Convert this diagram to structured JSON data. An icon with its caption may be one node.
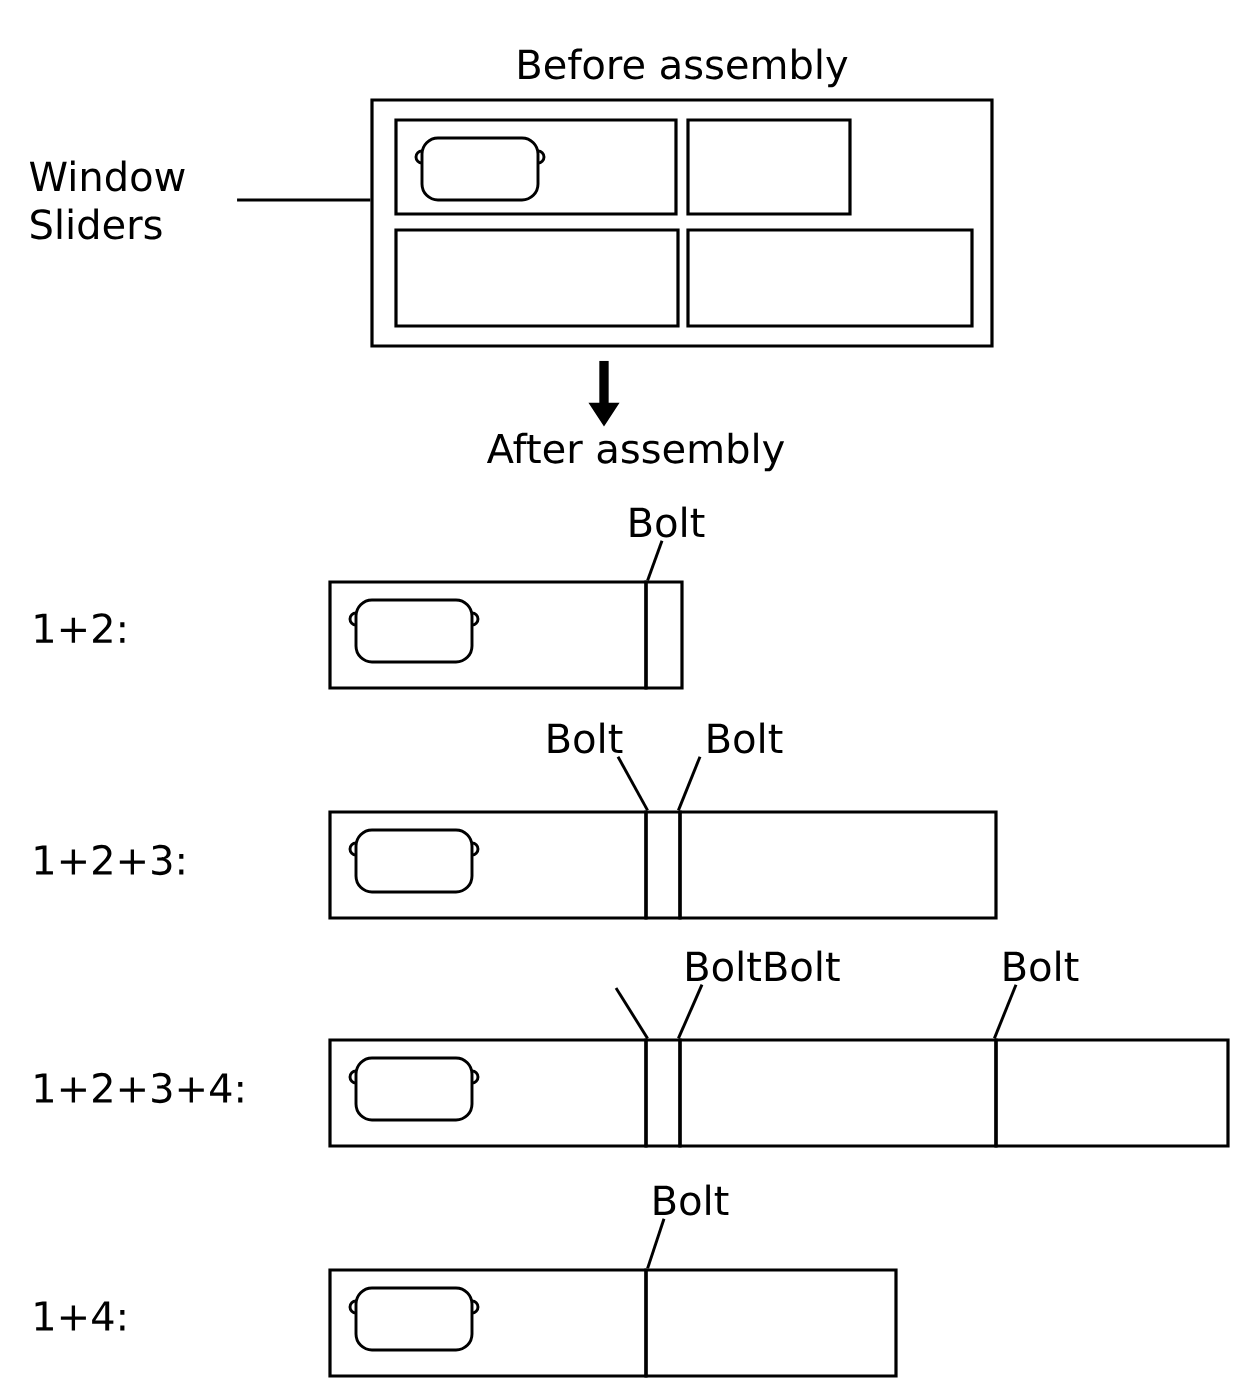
{
  "diagram": {
    "nodes": [
      {
        "text": [
          "Before assembly"
        ]
      },
      {
        "text": [],
        "shape": "box",
        "in": 0
      },
      {
        "text": [],
        "shape": "box",
        "in": 0
      },
      {
        "text": [],
        "shape": "box",
        "in": 0
      },
      {
        "text": [],
        "shape": "box",
        "in": 0
      },
      {
        "text": [
          "Window Sliders"
        ]
      },
      {
        "text": [
          "After assembly"
        ]
      },
      {
        "text": [
          "Bolt"
        ]
      },
      {
        "text": [],
        "shape": "box"
      },
      {
        "text": [],
        "shape": "box"
      },
      {
        "text": [
          "Bolt"
        ]
      },
      {
        "text": [
          "Bolt"
        ]
      },
      {
        "text": [],
        "shape": "box"
      },
      {
        "text": [],
        "shape": "box"
      },
      {
        "text": [],
        "shape": "box"
      },
      {
        "text": [
          "BoltBolt"
        ]
      },
      {
        "text": [
          "Bolt"
        ]
      },
      {
        "text": [],
        "shape": "box"
      },
      {
        "text": [],
        "shape": "box"
      },
      {
        "text": [],
        "shape": "box"
      },
      {
        "text": [],
        "shape": "box"
      },
      {
        "text": [
          "Bolt"
        ]
      },
      {
        "text": [],
        "shape": "box"
      },
      {
        "text": [],
        "shape": "box"
      }
    ],
    "edges": [
      {
        "from": 5,
        "to": 0,
        "arrow": "none"
      },
      {
        "from": 0,
        "to": 6,
        "arrow": "to",
        "style": "thick"
      },
      {
        "from": 7,
        "to": 8,
        "arrow": "none"
      },
      {
        "from": 10,
        "to": 12,
        "arrow": "none"
      },
      {
        "from": 11,
        "to": 14,
        "arrow": "none"
      },
      {
        "from": null,
        "to": 17,
        "arrow": "none"
      },
      {
        "from": 15,
        "to": 19,
        "arrow": "none"
      },
      {
        "from": 16,
        "to": 20,
        "arrow": "none"
      },
      {
        "from": 21,
        "to": 22,
        "arrow": "none"
      }
    ],
    "labels": [
      "1+2:",
      "1+2+3:",
      "1+2+3+4:",
      "1+4:"
    ]
  }
}
